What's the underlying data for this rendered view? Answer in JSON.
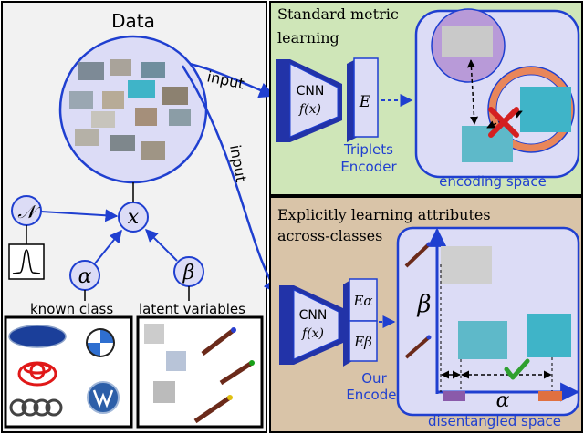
{
  "data_panel": {
    "title": "Data",
    "arrow_label_right": "input",
    "arrow_label_down": "input",
    "node_normal": "𝒩",
    "node_x": "x",
    "node_alpha": "α",
    "node_beta": "β",
    "label_known": "known class",
    "label_latent": "latent variables"
  },
  "standard_panel": {
    "title_line1": "Standard  metric",
    "title_line2": "learning",
    "cnn_label": "CNN",
    "fx_label": "f(x)",
    "encoder_symbol": "E",
    "caption_line1": "Triplets",
    "caption_line2": "Encoder",
    "space_caption": "encoding space"
  },
  "explicit_panel": {
    "title_line1": "Explicitly  learning  attributes",
    "title_line2": "across-classes",
    "cnn_label": "CNN",
    "fx_label": "f(x)",
    "enc_alpha": "Eα",
    "enc_beta": "Eβ",
    "beta_symbol": "β",
    "alpha_symbol": "α",
    "caption_line1": "Our",
    "caption_line2": "Encoder",
    "space_caption": "disentangled space"
  },
  "colors": {
    "blue": "#1f3fd0",
    "panel_data": "#f2f2f2",
    "panel_standard": "#cfe6b8",
    "panel_explicit": "#d9c4a8",
    "space_fill": "#dcdcf6",
    "purple": "#b89ad8",
    "orange": "#e8865a",
    "red": "#d42020",
    "green": "#2fa02f"
  }
}
